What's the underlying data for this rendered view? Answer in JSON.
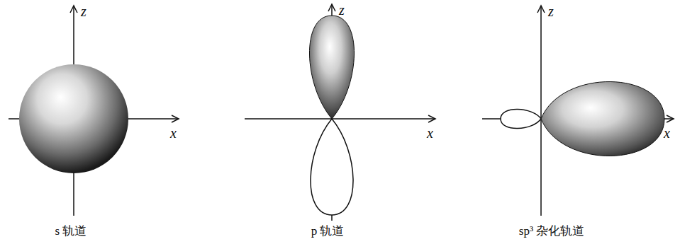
{
  "diagram": {
    "labels": [
      "z",
      "x",
      "s 轨道",
      "z",
      "x",
      "p 轨道",
      "z",
      "x",
      "sp³ 杂化轨道"
    ]
  }
}
